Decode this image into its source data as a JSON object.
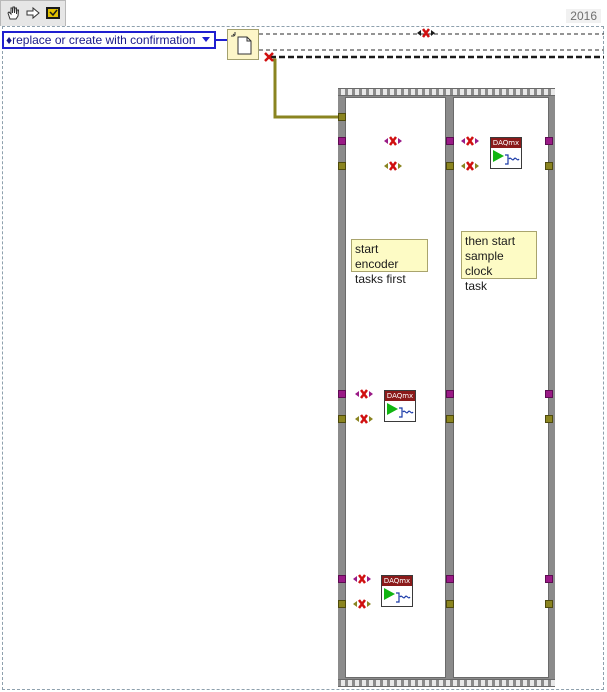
{
  "toolbar": {
    "icons": [
      "hand-icon",
      "arrow-icon",
      "highlight-execution-icon"
    ],
    "version": "2016"
  },
  "enum_constant": {
    "value": "♦replace or create with confirmation"
  },
  "file_node": {
    "icon": "create-file-icon"
  },
  "comments": {
    "frame1": "start encoder\ntasks first",
    "frame2": "then start\nsample clock\ntask"
  },
  "daqmx": {
    "label": "DAQmx"
  },
  "colors": {
    "task_wire": "#9a1a86",
    "error_wire": "#8a8420",
    "enum_border": "#1f1fd0",
    "error_badge": "#d01010"
  }
}
